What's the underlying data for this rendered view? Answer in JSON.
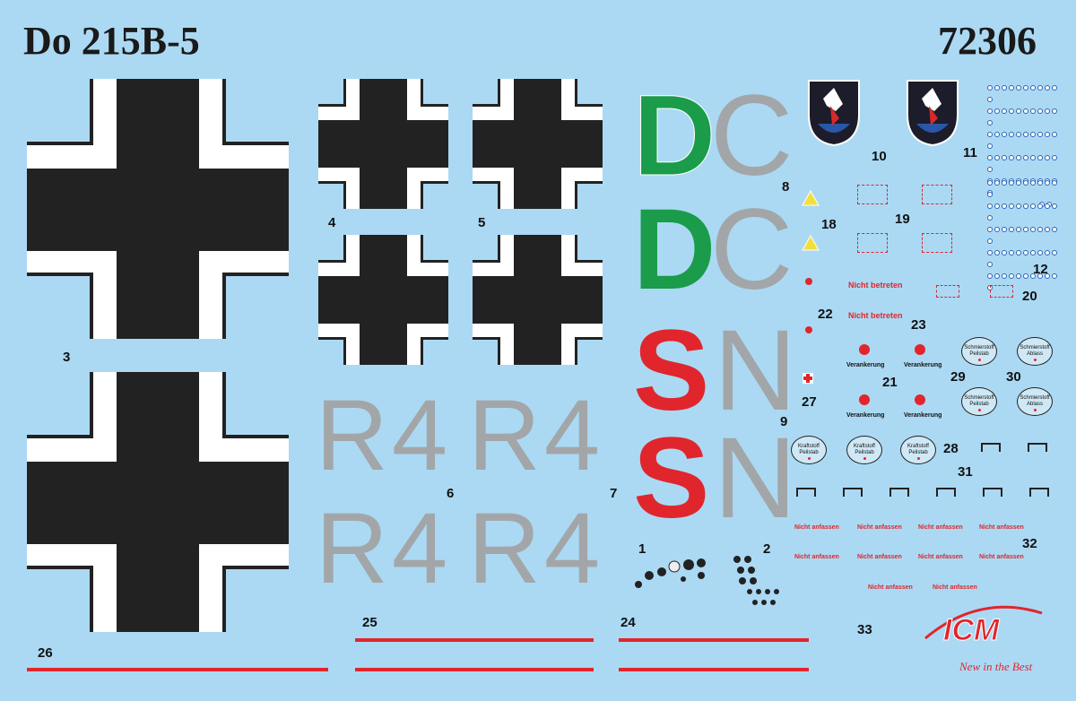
{
  "sheet": {
    "model_name": "Do 215B-5",
    "catalog_number": "72306",
    "brand_tagline": "New in the Best"
  },
  "decal_numbers": {
    "n1": "1",
    "n2": "2",
    "n3": "3",
    "n4": "4",
    "n5": "5",
    "n6": "6",
    "n7": "7",
    "n8": "8",
    "n9": "9",
    "n10": "10",
    "n11": "11",
    "n12": "12",
    "n18": "18",
    "n19": "19",
    "n20": "20",
    "n21": "21",
    "n22": "22",
    "n23": "23",
    "n24": "24",
    "n25": "25",
    "n26": "26",
    "n27": "27",
    "n28": "28",
    "n29": "29",
    "n30": "30",
    "n31": "31",
    "n32": "32",
    "n33": "33"
  },
  "codes": {
    "r4_a": "R4",
    "r4_b": "R4",
    "r4_c": "R4",
    "r4_d": "R4",
    "d1": "D",
    "d2": "D",
    "c1": "C",
    "c2": "C",
    "s1": "S",
    "s2": "S",
    "n1": "N",
    "n2": "N"
  },
  "stencils": {
    "nicht_betreten": "Nicht betreten",
    "verankerung": "Verankerung",
    "nicht_anfassen": "Nicht anfassen",
    "schmierstoff_ablass": "Schmierstoff Ablass",
    "schmierstoff_peilstab": "Schmierstoff Peilstab",
    "kraftstoff_peilstab": "Kraftstoff Peilstab"
  },
  "colors": {
    "background": "#abd9f3",
    "cross_black": "#222222",
    "cross_white": "#ffffff",
    "code_grey": "#a3a6a8",
    "code_green": "#1a9c4a",
    "code_red": "#e0262c"
  }
}
